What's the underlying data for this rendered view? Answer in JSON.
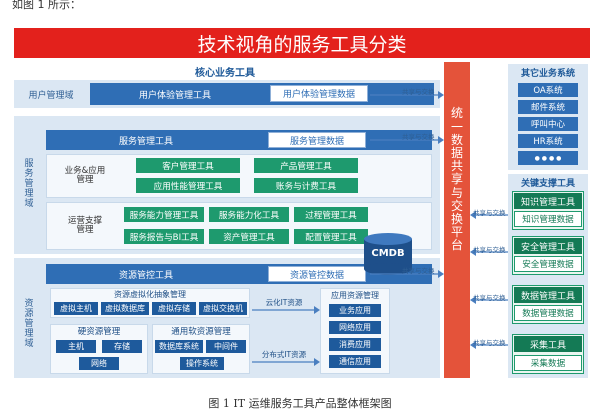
{
  "top_text": "如图 1 所示：",
  "title": "技术视角的服务工具分类",
  "core": {
    "heading": "核心业务工具",
    "user_domain": {
      "label": "用户管理域",
      "bar": "用户体验管理工具",
      "data": "用户体验管理数据"
    },
    "service_domain": {
      "label_chars": [
        "服",
        "务",
        "管",
        "理",
        "域"
      ],
      "bar": "服务管理工具",
      "data": "服务管理数据",
      "biz_label_line1": "业务&应用",
      "biz_label_line2": "管理",
      "biz_tools": [
        "客户管理工具",
        "产品管理工具",
        "应用性能管理工具",
        "账务与计费工具"
      ],
      "ops_label_line1": "运营支撑",
      "ops_label_line2": "管理",
      "ops_tools": [
        "服务能力管理工具",
        "服务能力化工具",
        "过程管理工具",
        "服务报告与BI工具",
        "资产管理工具",
        "配置管理工具"
      ],
      "cmdb": "CMDB"
    },
    "resource_domain": {
      "label_chars": [
        "资",
        "源",
        "管",
        "理",
        "域"
      ],
      "bar": "资源管控工具",
      "data": "资源管控数据",
      "virt_title": "资源虚拟化抽象管理",
      "virt_items": [
        "虚拟主机",
        "虚拟数据库",
        "虚拟存储",
        "虚拟交换机"
      ],
      "hw_title": "硬资源管理",
      "hw_items": [
        "主机",
        "存储",
        "网络"
      ],
      "sw_title": "通用软资源管理",
      "sw_items": [
        "数据库系统",
        "中间件",
        "操作系统"
      ],
      "cloud_label": "云化IT资源",
      "dist_label": "分布式IT资源",
      "app_title": "应用资源管理",
      "app_items": [
        "业务应用",
        "网络应用",
        "消费应用",
        "通信应用"
      ]
    }
  },
  "exchange_label": "共享与交换",
  "platform_chars": [
    "统",
    "一",
    "数",
    "据",
    "共",
    "享",
    "与",
    "交",
    "换",
    "平",
    "台"
  ],
  "other": {
    "heading": "其它业务系统",
    "items": [
      "OA系统",
      "邮件系统",
      "呼叫中心",
      "HR系统",
      "● ● ● ●"
    ]
  },
  "support": {
    "heading": "关键支撑工具",
    "groups": [
      {
        "tool": "知识管理工具",
        "data": "知识管理数据"
      },
      {
        "tool": "安全管理工具",
        "data": "安全管理数据"
      },
      {
        "tool": "数据管理工具",
        "data": "数据管理数据"
      },
      {
        "tool": "采集工具",
        "data": "采集数据"
      }
    ]
  },
  "caption": "图 1    IT 运维服务工具产品整体框架图"
}
